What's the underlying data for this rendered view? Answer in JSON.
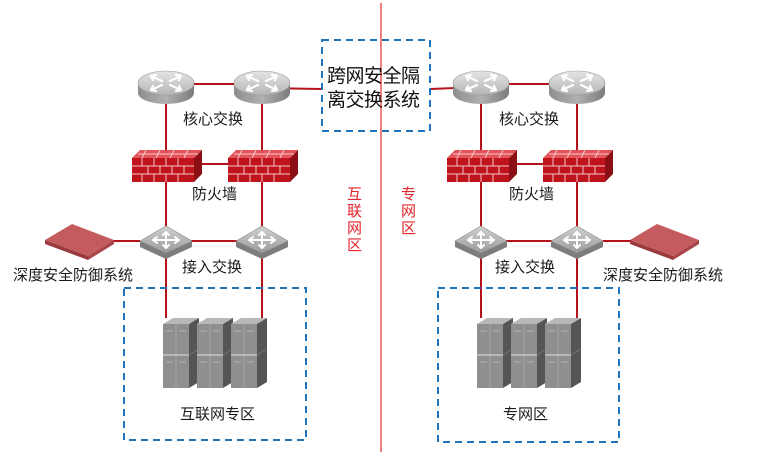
{
  "colors": {
    "link": "#b5121b",
    "divider": "#f08080",
    "dashed_box": "#1f74bd",
    "firewall": "#c0141c",
    "ids_device": "#c45b5f",
    "device_gray": "#a9a9a9",
    "zone_label": "#e3242b"
  },
  "gateway": {
    "line1": "跨网安全隔",
    "line2": "离交换系统"
  },
  "zones": {
    "internet_label": "互联网区",
    "private_label": "专网区"
  },
  "left": {
    "core_label": "核心交换",
    "firewall_label": "防火墙",
    "access_label": "接入交换",
    "ids_label": "深度安全防御系统",
    "server_zone_label": "互联网专区"
  },
  "right": {
    "core_label": "核心交换",
    "firewall_label": "防火墙",
    "access_label": "接入交换",
    "ids_label": "深度安全防御系统",
    "server_zone_label": "专网区"
  },
  "icons": {
    "core_switch": "router-icon",
    "firewall": "firewall-icon",
    "access_switch": "switch-icon",
    "ids": "security-appliance-icon",
    "servers": "server-cluster-icon"
  }
}
